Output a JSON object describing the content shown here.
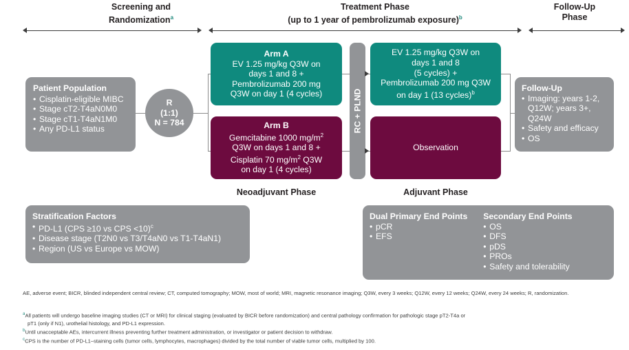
{
  "headers": {
    "screening": "Screening and\nRandomization",
    "screening_fn": "a",
    "treatment_line1": "Treatment Phase",
    "treatment_line2": "(up to 1 year of pembrolizumab exposure)",
    "treatment_fn": "b",
    "followup": "Follow-Up\nPhase"
  },
  "patient_population": {
    "title": "Patient Population",
    "bullets": [
      "Cisplatin-eligible MIBC",
      "Stage cT2-T4aN0M0",
      "Stage cT1-T4aN1M0",
      "Any PD-L1 status"
    ]
  },
  "randomization": {
    "label": "R",
    "ratio": "(1:1)",
    "n": "N = 784"
  },
  "arm_a": {
    "title": "Arm A",
    "line1": "EV 1.25 mg/kg Q3W on",
    "line2": "days 1 and 8 +",
    "line3": "Pembrolizumab 200 mg",
    "line4": "Q3W on day 1 (4 cycles)"
  },
  "arm_b": {
    "title": "Arm B",
    "line1_pre": "Gemcitabine 1000 mg/m",
    "line1_sup": "2",
    "line2": "Q3W on days 1 and 8 +",
    "line3_pre": "Cisplatin 70 mg/m",
    "line3_sup": "2",
    "line3_post": " Q3W",
    "line4": "on day 1 (4 cycles)"
  },
  "surgery": {
    "label": "RC + PLND"
  },
  "adjuvant_a": {
    "line1": "EV 1.25 mg/kg Q3W on",
    "line2": "days 1 and 8",
    "line3": "(5 cycles) +",
    "line4": "Pembrolizumab 200 mg Q3W",
    "line5": "on day 1 (13 cycles)",
    "line5_fn": "b"
  },
  "adjuvant_b": {
    "label": "Observation"
  },
  "followup": {
    "title": "Follow-Up",
    "bullets": [
      "Imaging: years 1-2,\nQ12W; years 3+,\nQ24W",
      "Safety and efficacy",
      "OS"
    ]
  },
  "phase_labels": {
    "neoadjuvant": "Neoadjuvant Phase",
    "adjuvant": "Adjuvant Phase"
  },
  "stratification": {
    "title": "Stratification Factors",
    "bullets": [
      "PD-L1 (CPS ≥10 vs CPS <10)",
      "Disease stage (T2N0 vs T3/T4aN0 vs T1-T4aN1)",
      "Region (US vs Europe vs MOW)"
    ],
    "bullet1_fn": "c"
  },
  "endpoints": {
    "primary_title": "Dual Primary End Points",
    "primary": [
      "pCR",
      "EFS"
    ],
    "secondary_title": "Secondary End Points",
    "secondary": [
      "OS",
      "DFS",
      "pDS",
      "PROs",
      "Safety and tolerability"
    ]
  },
  "footnotes": {
    "abbreviations": "AE, adverse event; BICR, blinded independent central review; CT, computed tomography; MOW, most of world; MRI, magnetic resonance imaging; Q3W, every 3 weeks; Q12W, every 12 weeks; Q24W, every 24 weeks; R, randomization.",
    "a_marker": "a",
    "a_line1": "All patients will undergo baseline imaging studies (CT or MRI) for clinical staging (evaluated by BICR before randomization) and central pathology confirmation for pathologic stage pT2-T4a or",
    "a_line2": "pT1 (only if N1), urothelial histology, and PD-L1 expression.",
    "b_marker": "b",
    "b_text": "Until unacceptable AEs, intercurrent illness preventing further treatment administration, or investigator or patient decision to withdraw.",
    "c_marker": "c",
    "c_text": "CPS is the number of PD-L1–staining cells (tumor cells, lymphocytes, macrophages) divided by the total number of viable tumor cells, multiplied by 100."
  },
  "colors": {
    "teal": "#0f8a7e",
    "maroon": "#6d0b3f",
    "gray": "#929497"
  }
}
